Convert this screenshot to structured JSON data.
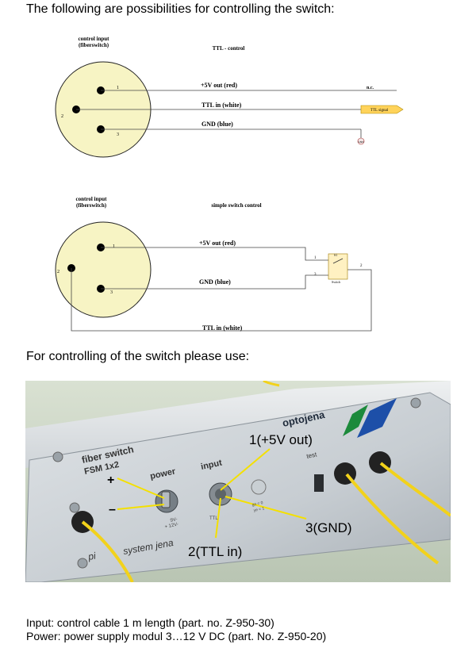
{
  "heading1": "The following are possibilities for controlling the switch:",
  "diagram1": {
    "connector_title_line1": "control input",
    "connector_title_line2": "(fiberswitch)",
    "section_title": "TTL - control",
    "pin1": "1",
    "pin2": "2",
    "pin3": "3",
    "wire1": "+5V out (red)",
    "wire2": "TTL in (white)",
    "wire3": "GND (blue)",
    "nc": "n.c.",
    "ttl_signal": "TTL signal",
    "gnd_symbol": "GND"
  },
  "diagram2": {
    "connector_title_line1": "control input",
    "connector_title_line2": "(fiberswitch)",
    "section_title": "simple switch control",
    "pin1": "1",
    "pin2": "2",
    "pin3": "3",
    "wire1": "+5V out (red)",
    "wire3": "GND (blue)",
    "wire2": "TTL in (white)",
    "switch_ref": "S1",
    "switch_label": "Switch",
    "sw_pin1": "1",
    "sw_pin2": "2",
    "sw_pin3": "3"
  },
  "heading2": "For controlling of the switch please use:",
  "photo": {
    "brand": "optojena",
    "product_line1": "fiber switch",
    "product_line2": "FSM 1x2",
    "power_label": "power",
    "input_label": "input",
    "test_label": "test",
    "plus": "+",
    "minus": "–",
    "voltage_line1": "9V-",
    "voltage_line2": "+ 12V-",
    "ttl_small": "TTL",
    "led_line1": "gn = 0",
    "led_line2": "ye = 1",
    "company_left": "pi",
    "company_right": "system jena",
    "callout1": "1(+5V out)",
    "callout2": "2(TTL in)",
    "callout3": "3(GND)"
  },
  "footer": {
    "line1": "Input: control cable 1 m length (part. no. Z-950-30)",
    "line2": "Power: power supply modul 3…12 V DC (part. No. Z-950-20)"
  }
}
